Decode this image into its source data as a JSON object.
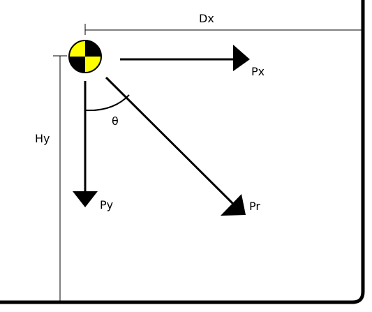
{
  "labels": {
    "dx": "Dx",
    "hy": "Hy",
    "px": "Px",
    "py": "Py",
    "pr": "Pr",
    "theta": "θ"
  },
  "icons": {
    "center_marker": "center-of-gravity-icon"
  },
  "colors": {
    "marker_fill": "#ffff00",
    "ink": "#000000",
    "background": "#ffffff"
  }
}
